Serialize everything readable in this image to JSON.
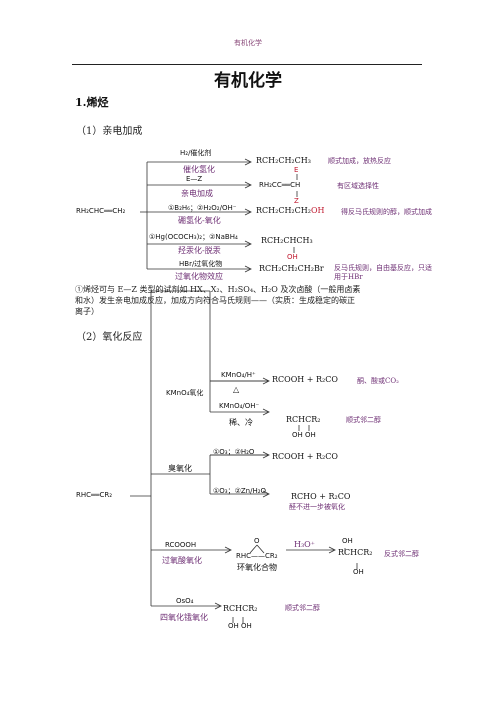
{
  "header": "有机化学",
  "title": "有机化学",
  "section1": {
    "heading": "1.烯烃",
    "sub1": "（1）亲电加成",
    "reactant": "RH₂CHC══CH₂",
    "branches": [
      {
        "reagent": "H₂/催化剂",
        "label": "催化氢化",
        "product": "RCH₂CH₂CH₃",
        "note": "顺式加成，放热反应"
      },
      {
        "reagent": "E—Z",
        "label": "亲电加成",
        "product_main": "RH₂CC══CH",
        "product_top": "E",
        "product_bottom": "Z",
        "note": "有区域选择性"
      },
      {
        "reagent": "①B₂H₆；②H₂O₂/OH⁻",
        "label": "硼氢化-氧化",
        "product_pre": "RCH₂CH₂CH₂",
        "product_oh": "OH",
        "note": "得反马氏规则的醇，顺式加成"
      },
      {
        "reagent": "①Hg(OCOCH₃)₂；②NaBH₄",
        "label": "羟汞化-脱汞",
        "product": "RCH₂CHCH₃",
        "product_bottom": "OH"
      },
      {
        "reagent": "HBr/过氧化物",
        "label": "过氧化物效应",
        "product": "RCH₂CH₂CH₂Br",
        "note1": "反马氏规则，自由基反应，只适",
        "note2": "用于HBr"
      }
    ],
    "para_line1": "①烯烃可与 E—Z 类型的试剂如 HX、X₂、H₂SO₄、H₂O 及次卤酸（一般用卤素",
    "para_line2": "和水）发生亲电加成反应，加成方向符合马氏规则——（实质：生成稳定的碳正",
    "para_line3": "离子）",
    "sub2": "（2）氧化反应"
  },
  "oxidation": {
    "reactant": "RHC══CR₂",
    "kmno4": {
      "label": "KMnO₄氧化",
      "acid_reagent": "KMnO₄/H⁺",
      "acid_delta": "△",
      "acid_product": "RCOOH + R₂CO",
      "acid_note": "酮、酸或CO₂",
      "base_reagent": "KMnO₄/OH⁻",
      "base_cond": "稀、冷",
      "base_product": "RCHCR₂",
      "base_oh": "OH OH",
      "base_note": "顺式邻二醇"
    },
    "ozone": {
      "label": "臭氧化",
      "r1_reagent": "①O₃；②H₂O",
      "r1_product": "RCOOH + R₂CO",
      "r2_reagent": "①O₃；②Zn/H₂O",
      "r2_product": "RCHO + R₂CO",
      "r2_note": "醛不进一步被氧化"
    },
    "peracid": {
      "reagent": "RCOOOH",
      "label": "过氧酸氧化",
      "epoxide_o": "O",
      "epoxide": "RHC——CR₂",
      "epoxide_label": "环氧化合物",
      "h3o": "H₃O⁺",
      "product_top": "OH",
      "product": "RCHCR₂",
      "product_bottom": "OH",
      "note": "反式邻二醇"
    },
    "oso4": {
      "reagent": "OsO₄",
      "label": "四氧化锇氧化",
      "product": "RCHCR₂",
      "product_oh": "OH OH",
      "note": "顺式邻二醇"
    }
  }
}
